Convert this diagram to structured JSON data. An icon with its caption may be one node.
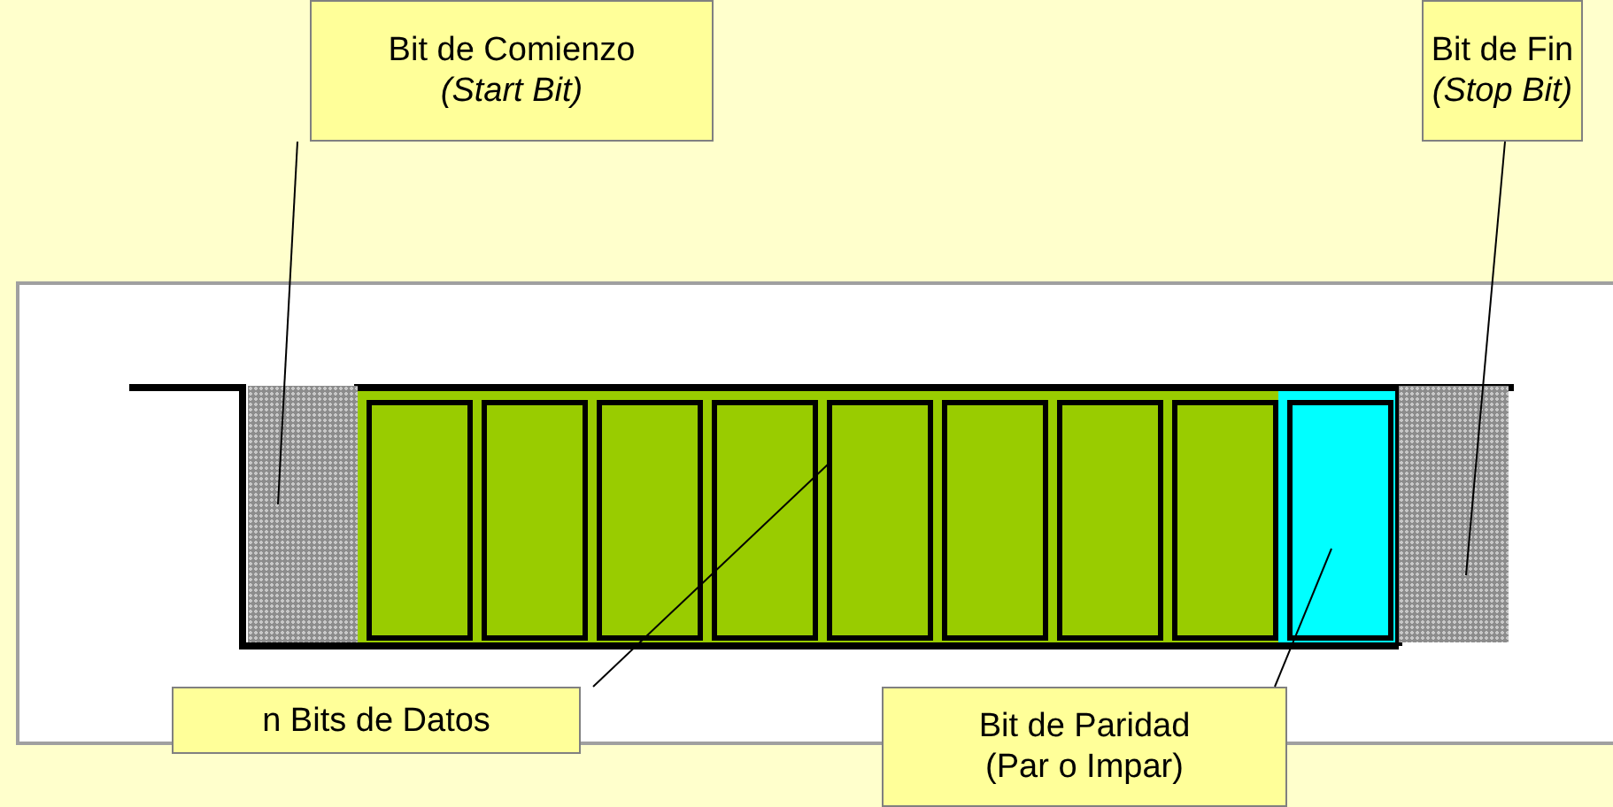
{
  "diagram": {
    "nodes": [
      {
        "text": [
          "Bit de Comienzo",
          "*(Start Bit)*"
        ]
      },
      {
        "text": [
          "Bit de Fin",
          "*(Stop Bit)*"
        ]
      },
      {
        "text": [
          "n Bits de Datos"
        ]
      },
      {
        "text": [
          "Bit de Paridad",
          "(Par o Impar)"
        ]
      },
      {
        "text": [],
        "shape": "box"
      },
      {
        "text": [],
        "shape": "box"
      },
      {
        "text": [],
        "shape": "box"
      },
      {
        "text": [],
        "shape": "box"
      }
    ],
    "edges": [
      {
        "from": 0,
        "to": 4,
        "arrow": "none"
      },
      {
        "from": 1,
        "to": 7,
        "arrow": "none"
      },
      {
        "from": 2,
        "to": 5,
        "arrow": "none"
      },
      {
        "from": 3,
        "to": 6,
        "arrow": "none"
      }
    ]
  }
}
